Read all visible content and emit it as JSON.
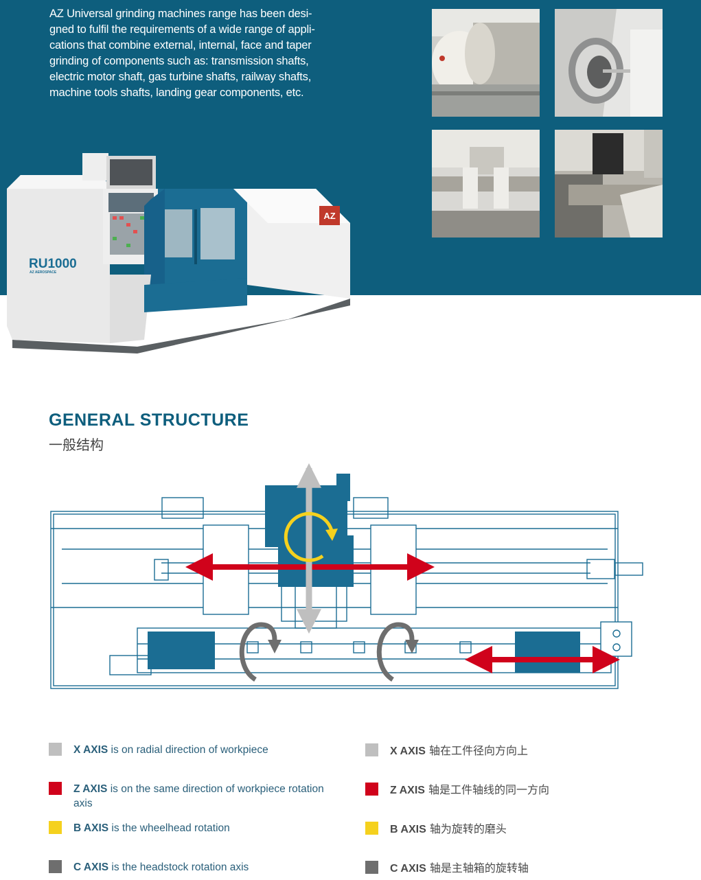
{
  "intro": {
    "lines": [
      "AZ Universal grinding machines range has been desi-",
      "gned to fulfil the requirements of a wide range of appli-",
      "cations that combine external, internal, face and taper",
      "grinding of components such as: transmission shafts,",
      "electric motor shaft, gas turbine shafts, railway shafts,",
      "machine tools shafts, landing gear components, etc."
    ]
  },
  "machine": {
    "model": "RU1000",
    "sublabel": "AZ AEROSPACE",
    "logo": "AZ"
  },
  "photos": [
    "grinding-wheel-photo",
    "internal-grinding-photo",
    "workpiece-setup-photo",
    "wheelhead-photo"
  ],
  "section": {
    "title": "GENERAL STRUCTURE",
    "subtitle": "一般结构"
  },
  "legend_en": [
    {
      "axis": "X AXIS",
      "text": " is on radial direction of workpiece",
      "color": "#bfbfbf"
    },
    {
      "axis": "Z AXIS",
      "text": " is on the same direction of workpiece rotation axis",
      "color": "#d0021b"
    },
    {
      "axis": "B AXIS",
      "text": " is the wheelhead rotation",
      "color": "#f5d11e"
    },
    {
      "axis": "C AXIS",
      "text": " is the headstock rotation axis",
      "color": "#6e6e6e"
    }
  ],
  "legend_cn": [
    {
      "axis": "X AXIS",
      "text": " 轴在工件径向方向上",
      "color": "#bfbfbf"
    },
    {
      "axis": "Z AXIS",
      "text": " 轴是工件轴线的同一方向",
      "color": "#d0021b"
    },
    {
      "axis": "B AXIS",
      "text": " 轴为旋转的磨头",
      "color": "#f5d11e"
    },
    {
      "axis": "C AXIS",
      "text": " 轴是主轴箱的旋转轴",
      "color": "#6e6e6e"
    }
  ],
  "colors": {
    "brand": "#0e5e7d",
    "x_axis": "#bfbfbf",
    "z_axis": "#d0021b",
    "b_axis": "#f5d11e",
    "c_axis": "#6e6e6e"
  }
}
